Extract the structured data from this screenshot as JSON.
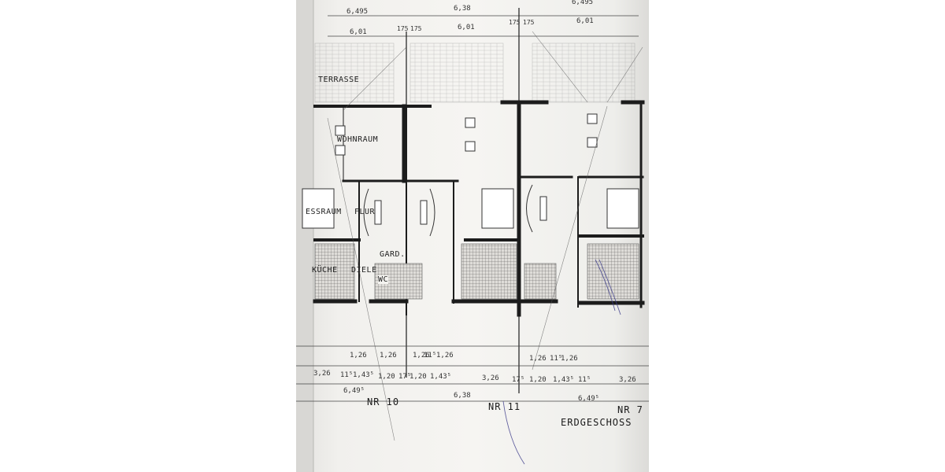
{
  "rooms": {
    "terrasse": "TERRASSE",
    "wohnraum": "WOHNRAUM",
    "essraum": "ESSRAUM",
    "flur": "FLUR",
    "gard": "GARD.",
    "kueche": "KÜCHE",
    "diele": "DIELE",
    "wc": "WC"
  },
  "top_dims": {
    "d6495_left": "6,495",
    "d638_top": "6,38",
    "d6495_right": "6,495",
    "d601_a": "6,01",
    "d601_b": "6,01",
    "d601_c": "6,01",
    "d175_a": "175",
    "d175_b": "175",
    "d175_c": "175",
    "d175_d": "175"
  },
  "bottom_dims": {
    "r1": [
      "1,26",
      "1,26",
      "1,26",
      "11⁵",
      "1,26",
      "1,26",
      "11⁵",
      "1,26"
    ],
    "r2": [
      "3,26",
      "11⁵",
      "1,43⁵",
      "1,20",
      "17⁵",
      "1,20",
      "1,43⁵",
      "3,26",
      "17⁵",
      "1,20",
      "1,43⁵",
      "11⁵",
      "3,26"
    ],
    "d6495": "6,49⁵",
    "d638": "6,38",
    "d6495_b": "6,49⁵"
  },
  "house_labels": {
    "nr10": "NR 10",
    "nr11": "NR 11",
    "nr7": "NR 7"
  },
  "floor_title": "ERDGESCHOSS",
  "colors": {
    "paper": "#f4f3f0",
    "ink": "#1c1c1c",
    "pen": "#3b3a8a"
  }
}
